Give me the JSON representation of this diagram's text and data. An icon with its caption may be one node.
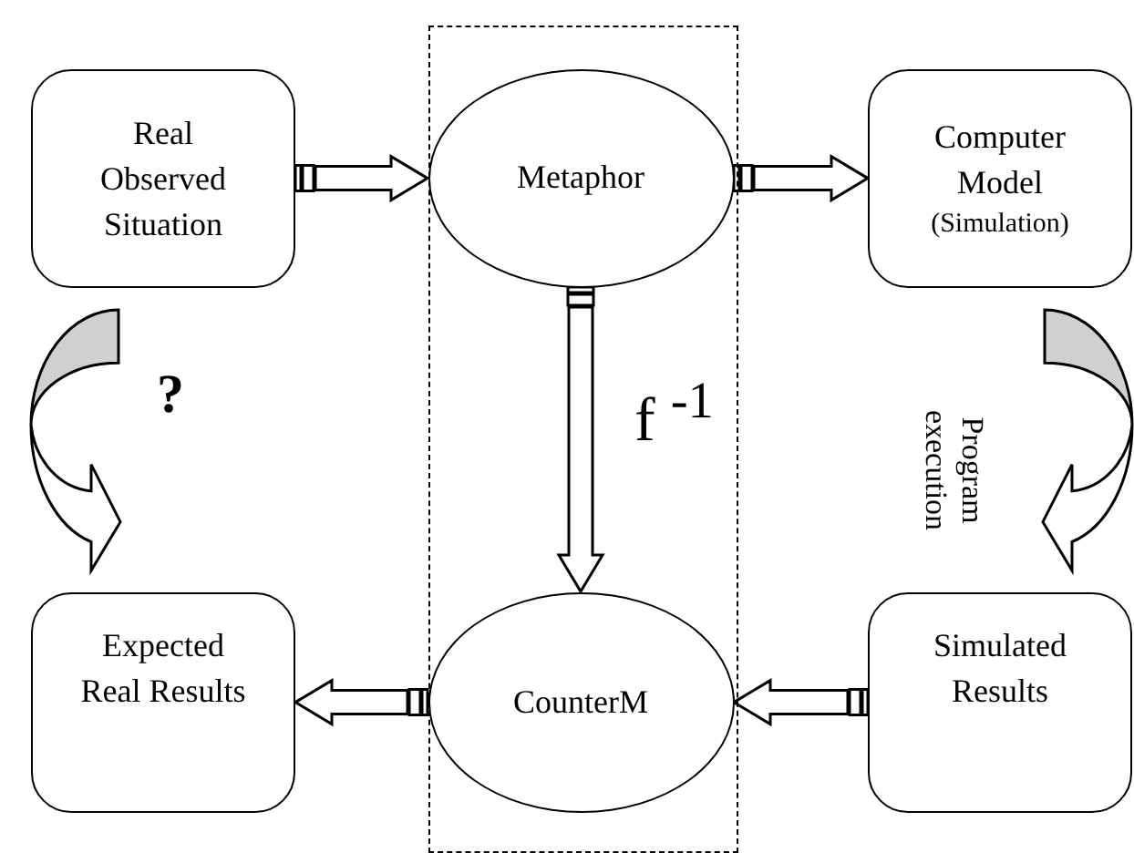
{
  "diagram": {
    "nodes": [
      {
        "text": [
          "Real Observed Situation"
        ]
      },
      {
        "text": [],
        "shape": "box"
      },
      {
        "text": [
          "Metaphor"
        ],
        "in": 1
      },
      {
        "text": [
          "Computer Model",
          "(Simulation)"
        ]
      },
      {
        "text": [
          "Expected Real Results"
        ]
      },
      {
        "text": [
          "CounterM"
        ],
        "in": 1
      },
      {
        "text": [
          "Simulated Results"
        ]
      }
    ],
    "edges": [
      {
        "from": 0,
        "to": 2,
        "arrow": "to"
      },
      {
        "from": 2,
        "to": 3,
        "arrow": "to"
      },
      {
        "from": 0,
        "to": 4,
        "arrow": "to",
        "label": "?"
      },
      {
        "from": 2,
        "to": 5,
        "arrow": "to",
        "label": "f $^{-1}$"
      },
      {
        "from": 3,
        "to": 6,
        "arrow": "to",
        "label": "Program execution"
      },
      {
        "from": 6,
        "to": 5,
        "arrow": "to"
      },
      {
        "from": 5,
        "to": 4,
        "arrow": "to"
      }
    ]
  }
}
